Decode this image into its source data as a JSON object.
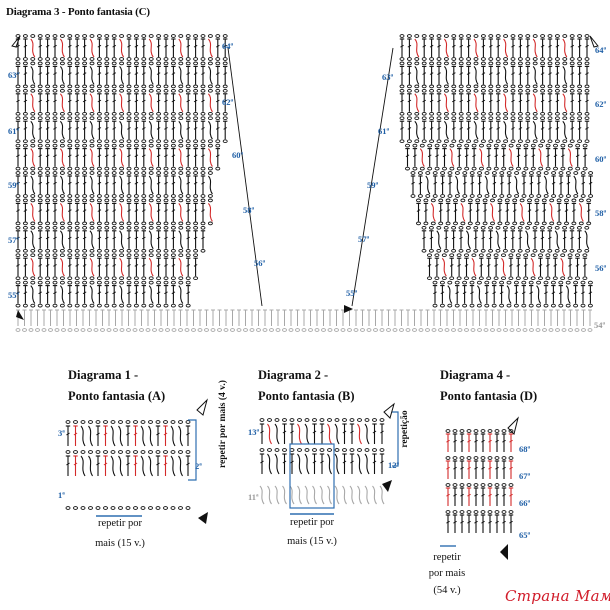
{
  "diagram3": {
    "title": "Diagrama 3 - Ponto fantasia (C)",
    "rows_left_odd": [
      "63ª",
      "61ª",
      "59ª",
      "57ª",
      "55ª"
    ],
    "rows_left_even": [
      "64ª",
      "62ª",
      "60ª",
      "58ª",
      "56ª"
    ],
    "rows_right_odd": [
      "63ª",
      "61ª",
      "59ª",
      "57ª",
      "55ª"
    ],
    "rows_right_even": [
      "64ª",
      "62ª",
      "60ª",
      "58ª",
      "56ª"
    ],
    "base_row": "54ª"
  },
  "diagram1": {
    "title_line1": "Diagrama 1 -",
    "title_line2": "Ponto fantasia (A)",
    "row_labels": [
      "3ª",
      "2ª",
      "1ª"
    ],
    "repeat_vertical": "repetir por mais (4 v.)",
    "repeat_line1": "repetir por",
    "repeat_line2": "mais (15 v.)"
  },
  "diagram2": {
    "title_line1": "Diagrama 2 -",
    "title_line2": "Ponto fantasia (B)",
    "row_labels": [
      "13ª",
      "12ª",
      "11ª"
    ],
    "repeat_vertical": "repetição",
    "repeat_line1": "repetir por",
    "repeat_line2": "mais (15 v.)"
  },
  "diagram4": {
    "title_line1": "Diagrama 4 -",
    "title_line2": "Ponto fantasia (D)",
    "row_labels": [
      "68ª",
      "67ª",
      "66ª",
      "65ª"
    ],
    "repeat_line1": "repetir",
    "repeat_line2": "por mais",
    "repeat_line3": "(54 v.)"
  },
  "watermark": "Страна Мам",
  "colors": {
    "ink": "#111111",
    "accent_red": "#d32a2a",
    "label_blue": "#1f5fa6",
    "bracket_blue": "#2f6fb0",
    "grey": "#a8a8a8"
  }
}
